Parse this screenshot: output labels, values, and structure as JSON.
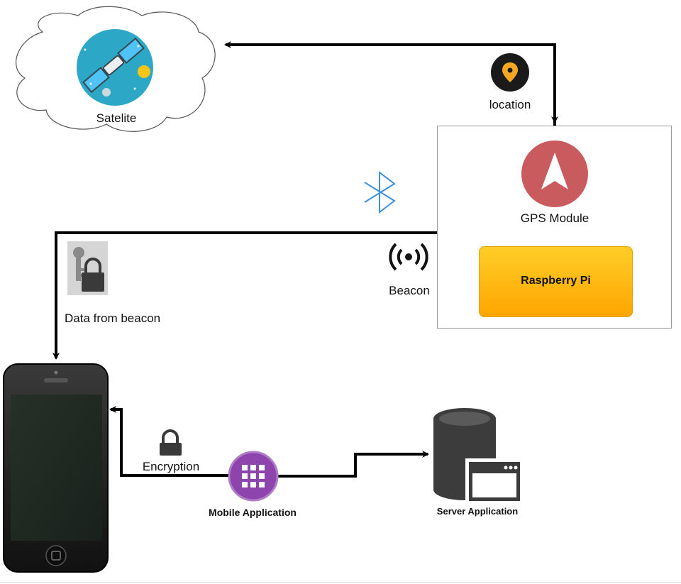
{
  "nodes": {
    "satellite": {
      "label": "Satelite",
      "icon": "satellite-icon"
    },
    "gps": {
      "label": "GPS Module",
      "icon": "navigation-arrow-icon"
    },
    "raspberry_pi": {
      "label": "Raspberry Pi"
    },
    "beacon": {
      "label": "Beacon",
      "icon": "wireless-broadcast-icon"
    },
    "mobile_app": {
      "label": "Mobile Application",
      "icon": "app-grid-icon"
    },
    "server_app": {
      "label": "Server Application",
      "icon": "database-server-icon"
    },
    "phone": {
      "icon": "smartphone-icon"
    }
  },
  "edges": {
    "location": {
      "label": "location",
      "icon": "location-pin-icon"
    },
    "beacon_data": {
      "label": "Data from beacon",
      "icon": "key-lock-icon"
    },
    "encryption": {
      "label": "Encryption",
      "icon": "padlock-icon"
    },
    "bluetooth": {
      "icon": "bluetooth-icon"
    }
  },
  "colors": {
    "satellite_bg": "#2ca8c6",
    "gps_circle": "#c95a5e",
    "raspberry_top": "#ffcd28",
    "raspberry_bottom": "#ffa500",
    "mobile_app_circle": "#8e44ad",
    "bluetooth": "#3b8fe0",
    "line": "#000000"
  }
}
